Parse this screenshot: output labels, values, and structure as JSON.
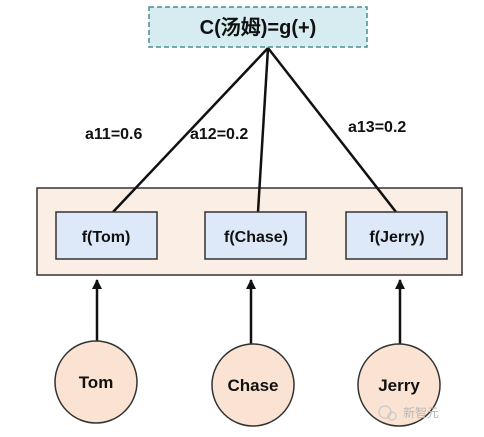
{
  "colors": {
    "top_box_fill": "#d6ecf0",
    "top_box_border": "#4a8f8f",
    "container_fill": "#fbeee4",
    "container_border": "#333333",
    "node_box_fill": "#dde8f8",
    "node_box_border": "#333333",
    "circle_fill": "#fbe3d3",
    "line": "#111111"
  },
  "top_node": {
    "label": "C(汤姆)=g(+)"
  },
  "weights": [
    {
      "label": "a11=0.6"
    },
    {
      "label": "a12=0.2"
    },
    {
      "label": "a13=0.2"
    }
  ],
  "function_nodes": [
    {
      "label": "f(Tom)"
    },
    {
      "label": "f(Chase)"
    },
    {
      "label": "f(Jerry)"
    }
  ],
  "input_nodes": [
    {
      "label": "Tom"
    },
    {
      "label": "Chase"
    },
    {
      "label": "Jerry"
    }
  ],
  "watermark": {
    "text": "新智元"
  }
}
